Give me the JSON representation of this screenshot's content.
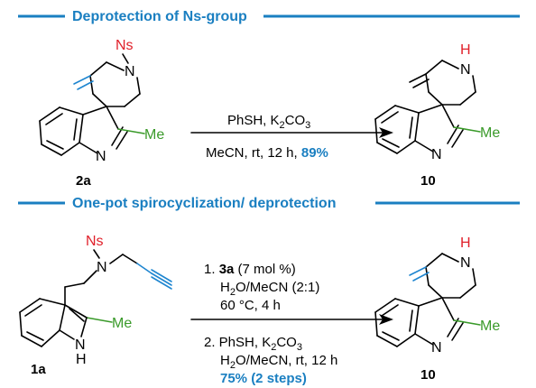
{
  "section1": {
    "title": "Deprotection of Ns-group",
    "reagent": "PhSH, K",
    "reagent_sub": "2",
    "reagent_tail": "CO",
    "reagent_sub2": "3",
    "cond_prefix": "MeCN, rt, 12 h, ",
    "yield": "89%",
    "sm_label": "2a",
    "prod_label": "10"
  },
  "section2": {
    "title": "One-pot spirocyclization/ deprotection",
    "step1_num": "1. ",
    "step1_cat": "3a",
    "step1_tail": " (7 mol %)",
    "step1_solv_a": "H",
    "step1_solv_sub": "2",
    "step1_solv_b": "O/MeCN (2:1)",
    "step1_temp": "60 °C, 4 h",
    "step2_num": "2. PhSH, K",
    "step2_sub": "2",
    "step2_tail": "CO",
    "step2_sub2": "3",
    "step2_solv_a": "H",
    "step2_solv_sub": "2",
    "step2_solv_b": "O/MeCN, rt, 12 h",
    "yield": "75% (2 steps)",
    "sm_label": "1a",
    "prod_label": "10"
  },
  "atoms": {
    "ns": "Ns",
    "n": "N",
    "h": "H",
    "me": "Me",
    "nh_n": "N",
    "nh_h": "H"
  },
  "colors": {
    "header": "#1a7fc1",
    "ns": "#e0202a",
    "methyl": "#3a9a2a",
    "alkene": "#1f86d0",
    "yield": "#1a7fc1"
  }
}
